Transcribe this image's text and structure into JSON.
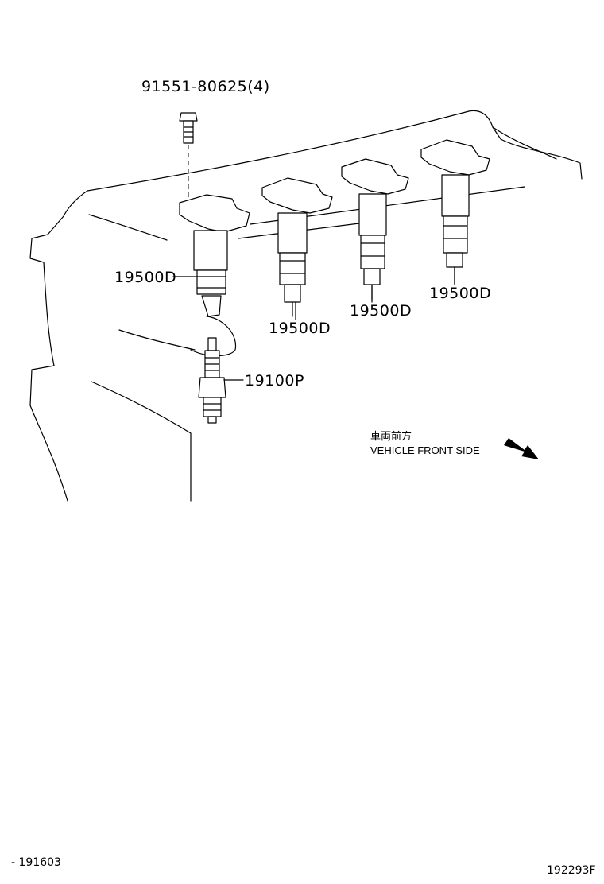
{
  "callouts": {
    "bolt": "91551-80625(4)",
    "coil_1": "19500D",
    "coil_2": "19500D",
    "coil_3": "19500D",
    "coil_4": "19500D",
    "spark_plug": "19100P"
  },
  "direction_note": {
    "line1": "車両前方",
    "line2": "VEHICLE FRONT SIDE",
    "arrow_icon": "direction-arrow-icon"
  },
  "footer": {
    "left": "- 191603",
    "right": "192293F"
  }
}
